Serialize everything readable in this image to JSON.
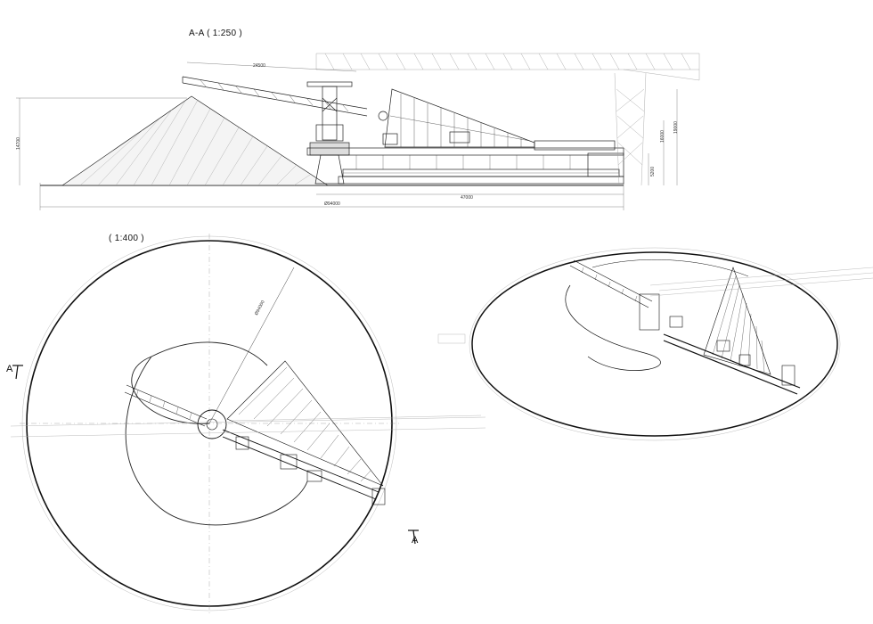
{
  "section_view": {
    "title": "A-A ( 1:250 )",
    "dimensions": {
      "boom_length": "24500",
      "pile_height": "14700",
      "max_height": "19000",
      "gallery_height": "16000",
      "base_height": "5200",
      "radius": "47000",
      "diameter": "Ø94000"
    }
  },
  "plan_view": {
    "title": "( 1:400 )",
    "diameter": "Ø94000",
    "section_marker_left": "A",
    "section_marker_right": "A"
  },
  "perspective_view": {}
}
